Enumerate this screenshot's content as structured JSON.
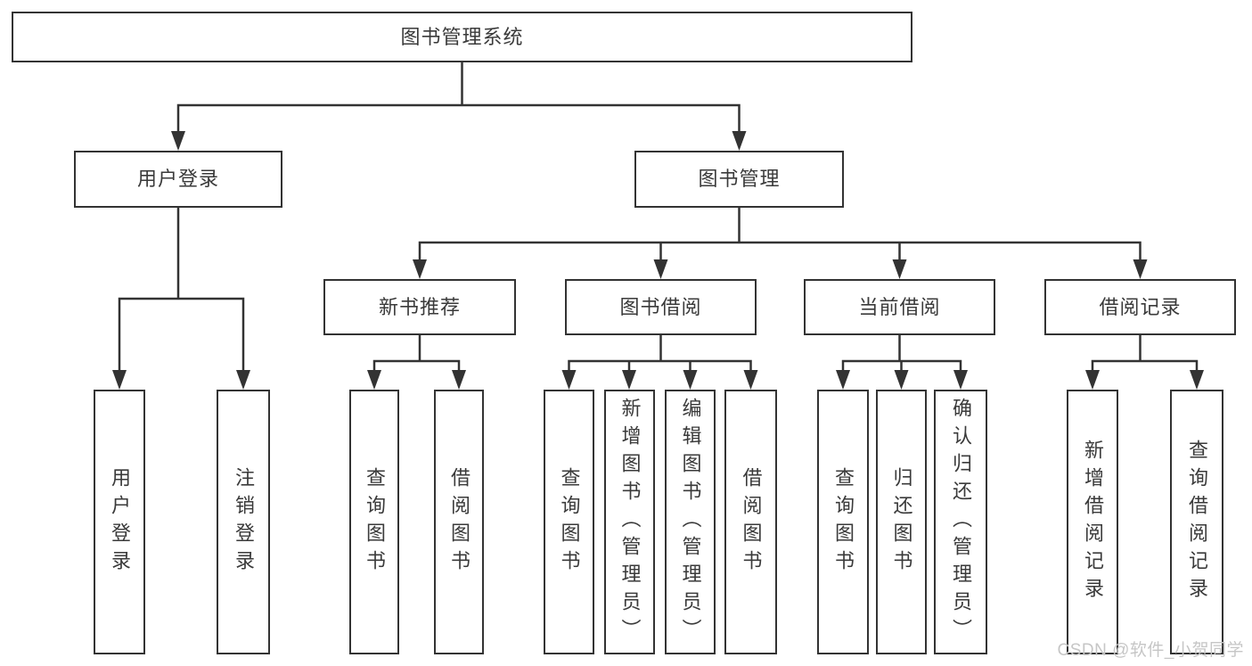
{
  "diagram": {
    "type": "hierarchy-tree",
    "background_color": "#ffffff",
    "line_color": "#333333",
    "text_color": "#3a3a3a",
    "root": {
      "id": "root",
      "label": "图书管理系统",
      "children": [
        {
          "id": "user-login",
          "label": "用户登录",
          "children": [
            {
              "id": "leaf-user-login",
              "label": "用户登录"
            },
            {
              "id": "leaf-logout",
              "label": "注销登录"
            }
          ]
        },
        {
          "id": "book-management",
          "label": "图书管理",
          "children": [
            {
              "id": "new-book-recommend",
              "label": "新书推荐",
              "children": [
                {
                  "id": "nb-query-books",
                  "label": "查询图书"
                },
                {
                  "id": "nb-borrow-books",
                  "label": "借阅图书"
                }
              ]
            },
            {
              "id": "book-borrowing",
              "label": "图书借阅",
              "children": [
                {
                  "id": "bb-query-books",
                  "label": "查询图书"
                },
                {
                  "id": "bb-add-books",
                  "label": "新增图书（管理员）"
                },
                {
                  "id": "bb-edit-books",
                  "label": "编辑图书（管理员）"
                },
                {
                  "id": "bb-borrow-books",
                  "label": "借阅图书"
                }
              ]
            },
            {
              "id": "current-borrowing",
              "label": "当前借阅",
              "children": [
                {
                  "id": "cb-query-books",
                  "label": "查询图书"
                },
                {
                  "id": "cb-return-books",
                  "label": "归还图书"
                },
                {
                  "id": "cb-confirm-return",
                  "label": "确认归还（管理员）"
                }
              ]
            },
            {
              "id": "borrow-records",
              "label": "借阅记录",
              "children": [
                {
                  "id": "br-add-record",
                  "label": "新增借阅记录"
                },
                {
                  "id": "br-query-record",
                  "label": "查询借阅记录"
                }
              ]
            }
          ]
        }
      ]
    }
  },
  "watermark": {
    "text": "CSDN @软件_小贺同学",
    "color": "#c6c6c6"
  }
}
